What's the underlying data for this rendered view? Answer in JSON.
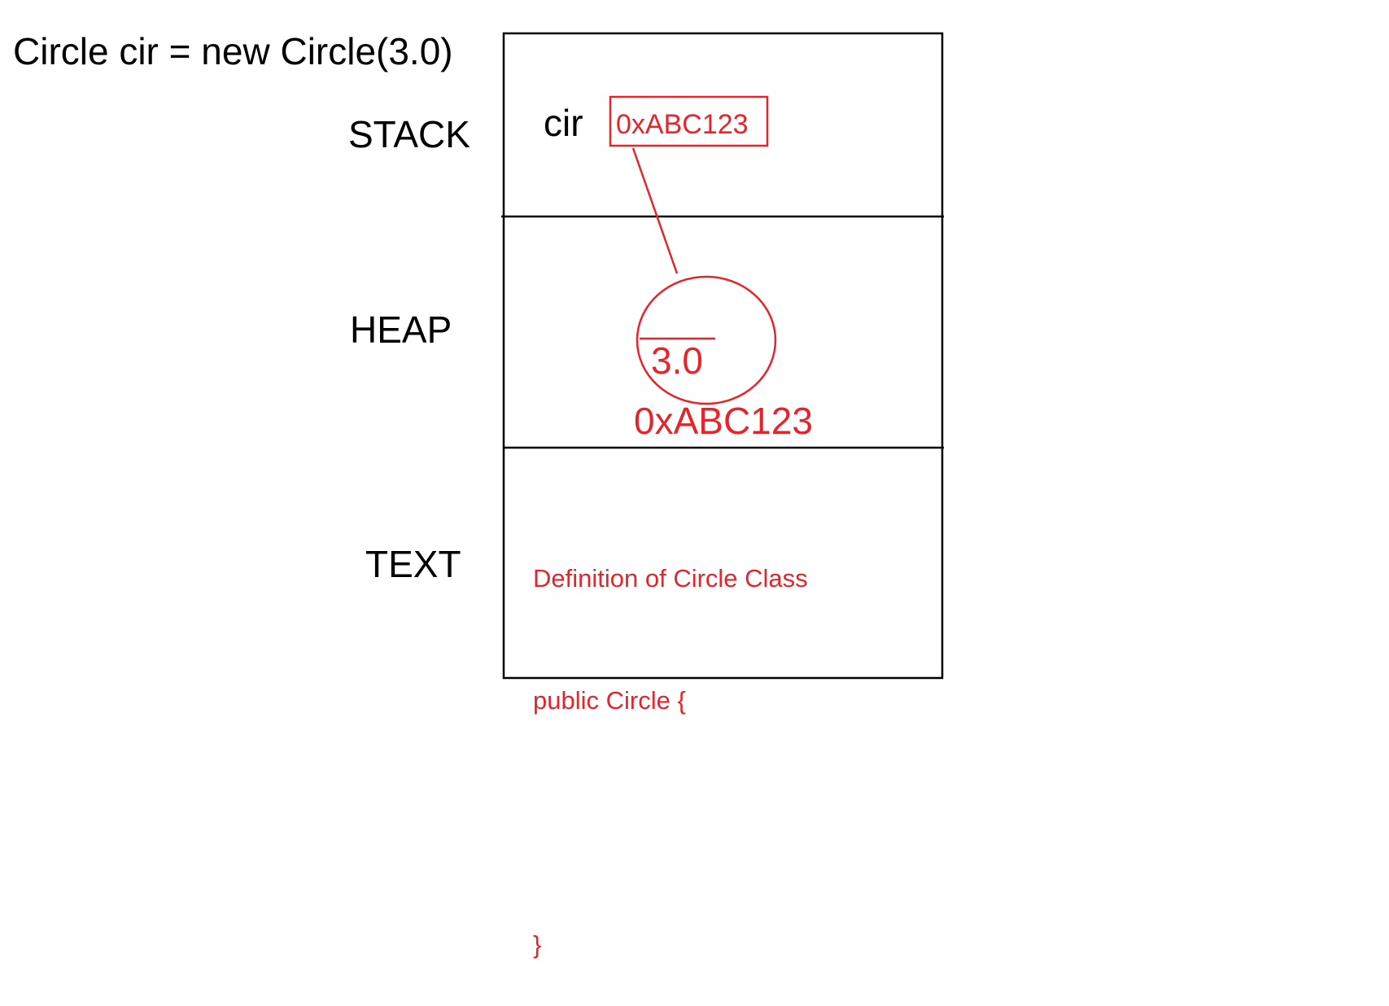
{
  "code_statement": "Circle cir = new Circle(3.0)",
  "segments": {
    "stack": "STACK",
    "heap": "HEAP",
    "text": "TEXT"
  },
  "stack_frame": {
    "variable": "cir",
    "pointer_value": "0xABC123"
  },
  "heap_object": {
    "field_value": "3.0",
    "address": "0xABC123"
  },
  "text_segment": {
    "lines": [
      "Definition of Circle Class",
      "public Circle {",
      "",
      "}"
    ]
  },
  "colors": {
    "ink": "#000000",
    "annotation": "#e8242b"
  }
}
